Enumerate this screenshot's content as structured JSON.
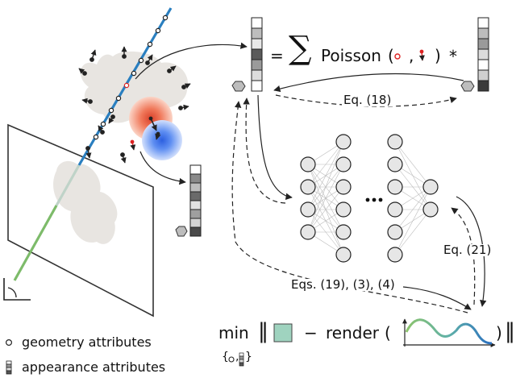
{
  "formula": {
    "equals": "=",
    "sum": "∑",
    "poisson": "Poisson",
    "open_paren": "(",
    "comma": ",",
    "close_paren": ")",
    "star": "*"
  },
  "equation_labels": {
    "eq18": "Eq. (18)",
    "eq21": "Eq. (21)",
    "eqs": "Eqs. (19), (3), (4)"
  },
  "loss": {
    "min": "min",
    "subscript_open": "{",
    "subscript_comma": ",",
    "subscript_close": "}",
    "minus": "−",
    "render": "render",
    "open_paren": "(",
    "close_paren": ")"
  },
  "legend": {
    "geometry": "geometry attributes",
    "appearance": "appearance attributes"
  },
  "colors": {
    "ray_blue": "#2a7fc0",
    "ray_green": "#7dbb6a",
    "red_gaussian": "#f0704a",
    "blue_gaussian": "#4a8cf0",
    "loss_swatch": "#9fd3bf",
    "blob_gray": "#e8e5e1"
  }
}
